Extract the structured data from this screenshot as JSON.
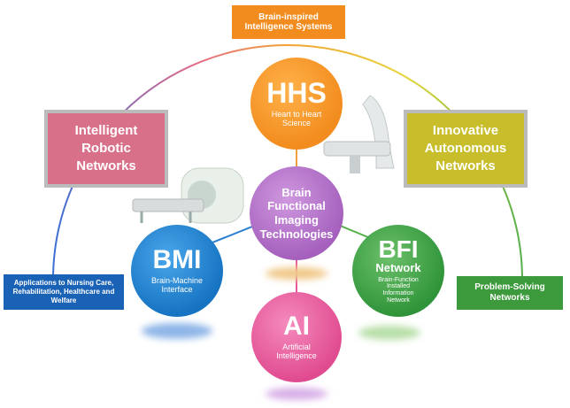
{
  "top_box": {
    "text": "Brain-inspired Intelligence Systems",
    "color": "#f28c1e"
  },
  "left_panel": {
    "text": "Intelligent Robotic Networks",
    "color": "#d9708a"
  },
  "right_panel": {
    "text": "Innovative Autonomous Networks",
    "color": "#c8bd2a"
  },
  "left_bottom_box": {
    "text": "Applications to Nursing Care, Rehabilitation, Healthcare and Welfare",
    "color": "#1a62b5"
  },
  "right_bottom_box": {
    "text": "Problem-Solving Networks",
    "color": "#3c9a3c"
  },
  "center": {
    "text": "Brain Functional Imaging Technologies",
    "color": "#b06fc6"
  },
  "hhs": {
    "title": "HHS",
    "subtitle": "Heart to Heart Science",
    "color": "#f28c1e"
  },
  "bmi": {
    "title": "BMI",
    "subtitle": "Brain-Machine Interface",
    "color": "#1a7bc8"
  },
  "bfi": {
    "title": "BFI",
    "title2": "Network",
    "subtitle": "Brain-Function Installed Information Network",
    "color": "#3fa148"
  },
  "ai": {
    "title": "AI",
    "subtitle": "Artificial Intelligence",
    "color": "#e8579a"
  }
}
